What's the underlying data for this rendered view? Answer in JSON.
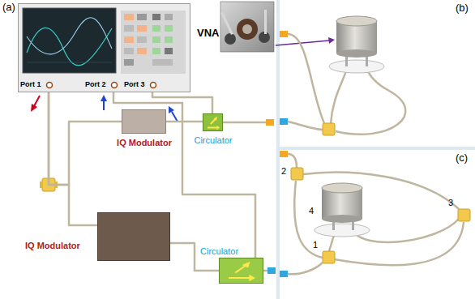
{
  "diagram": {
    "nodes": [
      {
        "text": [
          "VNA"
        ]
      },
      {
        "text": [
          "IQ Modulator"
        ]
      },
      {
        "text": [
          "Circulator"
        ]
      },
      {
        "text": [
          "IQ Modulator"
        ]
      },
      {
        "text": [
          "Circulator"
        ]
      }
    ],
    "edges": [
      {
        "from": 0,
        "to": 1,
        "arrow": "none"
      },
      {
        "from": 0,
        "to": 3,
        "arrow": "none"
      },
      {
        "from": 1,
        "to": 2,
        "arrow": "none"
      },
      {
        "from": 3,
        "to": 4,
        "arrow": "none"
      },
      {
        "from": 4,
        "to": 0,
        "arrow": "none"
      },
      {
        "from": 2,
        "to": 0,
        "arrow": "none"
      }
    ],
    "labels": [
      "(a)",
      "Port 1",
      "Port 2",
      "Port 3",
      "(b)",
      "(c)",
      "2",
      "4",
      "3",
      "1"
    ]
  }
}
